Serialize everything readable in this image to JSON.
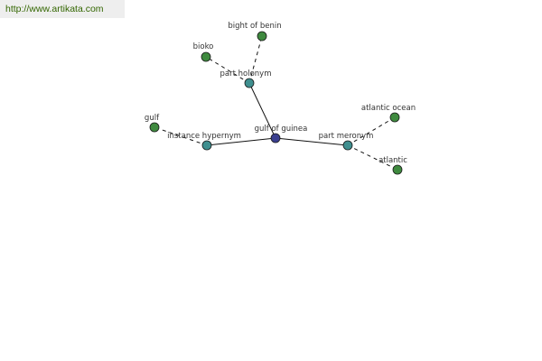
{
  "watermark": {
    "url": "http://www.artikata.com"
  },
  "graph": {
    "nodes": [
      {
        "id": "center",
        "label": "gulf of guinea",
        "type": "center"
      },
      {
        "id": "holonym",
        "label": "part holonym",
        "type": "relation"
      },
      {
        "id": "hypernym",
        "label": "instance hypernym",
        "type": "relation"
      },
      {
        "id": "meronym",
        "label": "part meronym",
        "type": "relation"
      },
      {
        "id": "benin",
        "label": "bight of benin",
        "type": "term"
      },
      {
        "id": "bioko",
        "label": "bioko",
        "type": "term"
      },
      {
        "id": "gulf",
        "label": "gulf",
        "type": "term"
      },
      {
        "id": "atlantic_ocean",
        "label": "atlantic ocean",
        "type": "term"
      },
      {
        "id": "atlantic",
        "label": "atlantic",
        "type": "term"
      }
    ],
    "edges": [
      {
        "from": "center",
        "to": "holonym",
        "style": "solid"
      },
      {
        "from": "center",
        "to": "hypernym",
        "style": "solid"
      },
      {
        "from": "center",
        "to": "meronym",
        "style": "solid"
      },
      {
        "from": "holonym",
        "to": "benin",
        "style": "dashed"
      },
      {
        "from": "holonym",
        "to": "bioko",
        "style": "dashed"
      },
      {
        "from": "hypernym",
        "to": "gulf",
        "style": "dashed"
      },
      {
        "from": "meronym",
        "to": "atlantic_ocean",
        "style": "dashed"
      },
      {
        "from": "meronym",
        "to": "atlantic",
        "style": "dashed"
      }
    ],
    "colors": {
      "center": "#3a3f8f",
      "relation": "#3f8f8f",
      "term": "#3f8a3f",
      "edge": "#111111",
      "url_text": "#336600"
    }
  }
}
